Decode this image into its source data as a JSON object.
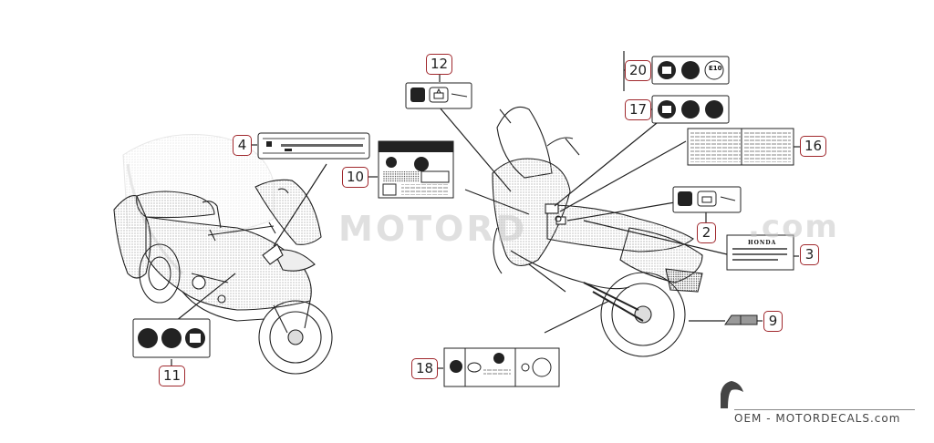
{
  "diagram": {
    "watermark": {
      "text_left": "MOTORD",
      "text_right": ".com"
    },
    "brand": "OEM - MOTORDECALS.com",
    "label_text": {
      "honda": "HONDA",
      "fuel": "E10"
    },
    "callouts": [
      {
        "id": "c12",
        "number": "12"
      },
      {
        "id": "c20",
        "number": "20"
      },
      {
        "id": "c17",
        "number": "17"
      },
      {
        "id": "c16",
        "number": "16"
      },
      {
        "id": "c4",
        "number": "4"
      },
      {
        "id": "c10",
        "number": "10"
      },
      {
        "id": "c2",
        "number": "2"
      },
      {
        "id": "c3",
        "number": "3"
      },
      {
        "id": "c9",
        "number": "9"
      },
      {
        "id": "c11",
        "number": "11"
      },
      {
        "id": "c18",
        "number": "18"
      }
    ],
    "colors": {
      "callout_border": "#a0282d",
      "line": "#222222",
      "watermark": "#c7c7c7"
    }
  }
}
